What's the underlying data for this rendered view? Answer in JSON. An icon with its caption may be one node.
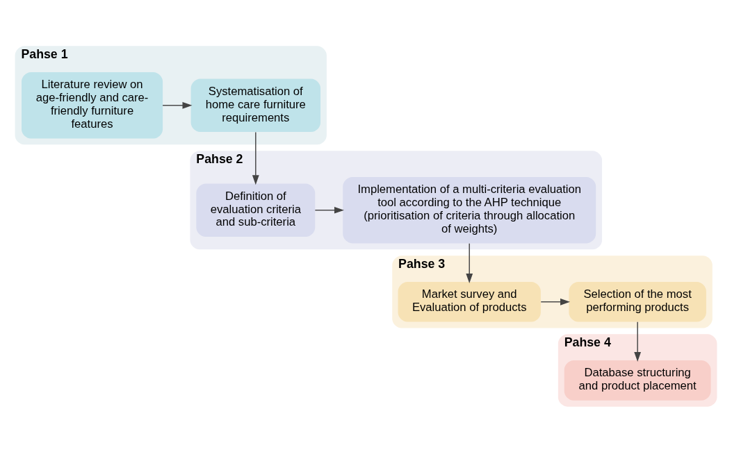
{
  "diagram": {
    "nodes": [
      {
        "text": [
          "Pahse 1"
        ]
      },
      {
        "text": [
          "Literature review on age-friendly and care-friendly furniture features"
        ],
        "in": 0
      },
      {
        "text": [
          "Systematisation of home care furniture requirements"
        ],
        "in": 0
      },
      {
        "text": [
          "Pahse 2"
        ]
      },
      {
        "text": [
          "Definition of evaluation criteria and sub-criteria"
        ],
        "in": 3
      },
      {
        "text": [
          "Implementation of a multi-criteria evaluation tool according to the AHP technique (prioritisation of criteria through allocation of weights)"
        ],
        "in": 3
      },
      {
        "text": [
          "Pahse 3"
        ]
      },
      {
        "text": [
          "Market survey and Evaluation of products"
        ],
        "in": 6
      },
      {
        "text": [
          "Selection of the most performing products"
        ],
        "in": 6
      },
      {
        "text": [
          "Pahse 4"
        ]
      },
      {
        "text": [
          "Database structuring and product placement"
        ],
        "in": 9
      }
    ],
    "edges": [
      {
        "from": 1,
        "to": 2,
        "arrow": "to"
      },
      {
        "from": 2,
        "to": 4,
        "arrow": "to"
      },
      {
        "from": 4,
        "to": 5,
        "arrow": "to"
      },
      {
        "from": 5,
        "to": 7,
        "arrow": "to"
      },
      {
        "from": 7,
        "to": 8,
        "arrow": "to"
      },
      {
        "from": 8,
        "to": 10,
        "arrow": "to"
      }
    ]
  }
}
